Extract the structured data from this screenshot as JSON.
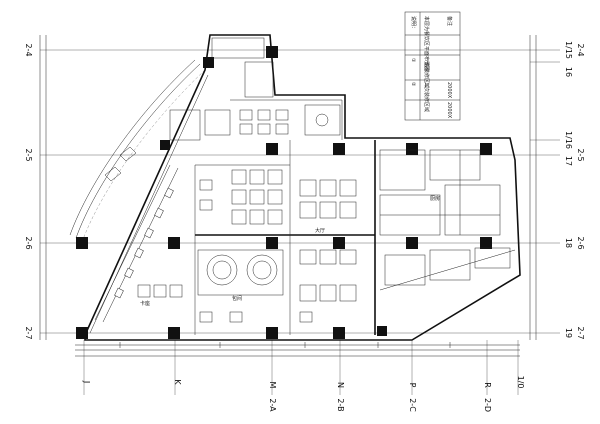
{
  "grid_left": [
    "2-4",
    "2-5",
    "2-6",
    "2-7"
  ],
  "grid_right": [
    "2-4",
    "2-5",
    "2-6",
    "2-7"
  ],
  "grid_right_nums": [
    "1/15",
    "16",
    "1/16",
    "17",
    "18",
    "19"
  ],
  "grid_bottom": [
    "J",
    "K",
    "M",
    "2-A",
    "N",
    "2-B",
    "P",
    "2-C",
    "R",
    "2-D",
    "1/0"
  ],
  "legend": {
    "rows": [
      {
        "a": "说明：",
        "b": "本层为餐饮区平面布置图"
      },
      {
        "a": "①",
        "b": "一般装修区域"
      },
      {
        "a": "②",
        "b": "二次装修区域"
      }
    ],
    "right": [
      "备注",
      "2000X",
      "2000X"
    ]
  },
  "room_labels": [
    "厨房",
    "包间",
    "大厅",
    "卡座"
  ]
}
